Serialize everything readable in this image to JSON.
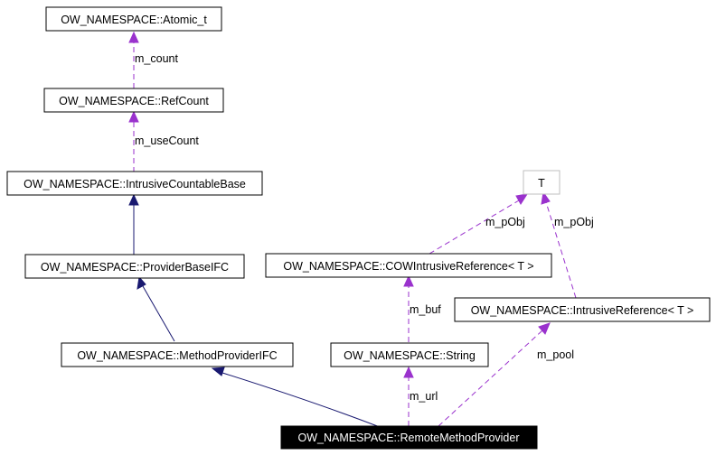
{
  "nodes": {
    "atomic": "OW_NAMESPACE::Atomic_t",
    "refcount": "OW_NAMESPACE::RefCount",
    "icb": "OW_NAMESPACE::IntrusiveCountableBase",
    "pbifc": "OW_NAMESPACE::ProviderBaseIFC",
    "mpifc": "OW_NAMESPACE::MethodProviderIFC",
    "t": "T",
    "cowref": "OW_NAMESPACE::COWIntrusiveReference< T >",
    "iref": "OW_NAMESPACE::IntrusiveReference< T >",
    "string": "OW_NAMESPACE::String",
    "rmp": "OW_NAMESPACE::RemoteMethodProvider"
  },
  "edge_labels": {
    "m_count": "m_count",
    "m_useCount": "m_useCount",
    "m_pObj_cow": "m_pObj",
    "m_pObj_iref": "m_pObj",
    "m_buf": "m_buf",
    "m_pool": "m_pool",
    "m_url": "m_url"
  },
  "colors": {
    "inheritance": "#191970",
    "usage": "#9a32cd",
    "focus_fill": "#000000",
    "focus_text": "#ffffff",
    "template_border": "#bfbfbf"
  }
}
